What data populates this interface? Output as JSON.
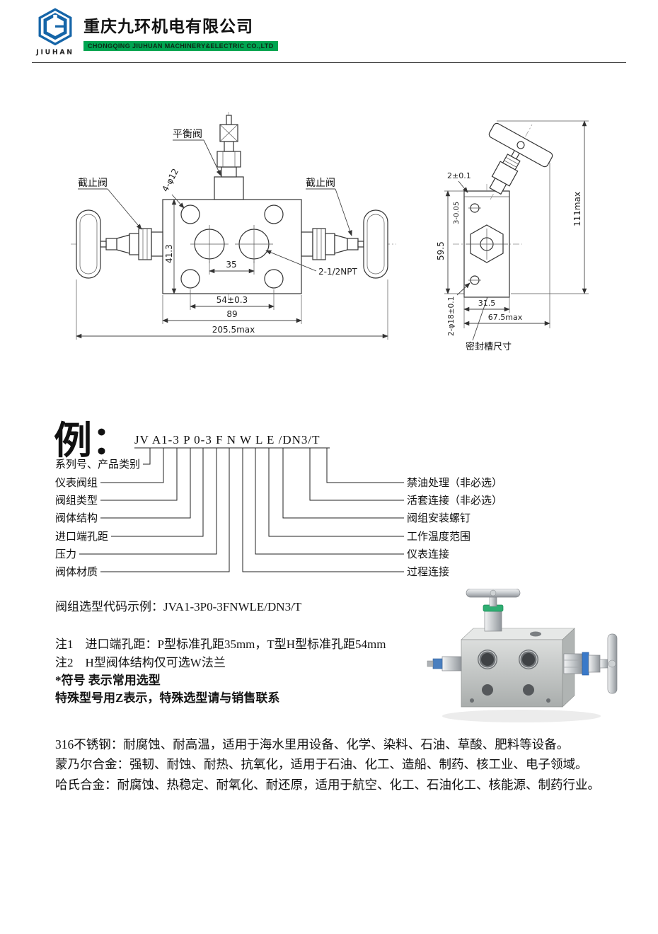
{
  "header": {
    "logo_text": "JIUHAN",
    "company_zh": "重庆九环机电有限公司",
    "company_en": "CHONGQING JIUHUAN MACHINERY&ELECTRIC CO.,LTD"
  },
  "drawing": {
    "front": {
      "balance_valve": "平衡阀",
      "stop_valve_left": "截止阀",
      "stop_valve_right": "截止阀",
      "holes": "4-φ12",
      "h413": "41.3",
      "w35": "35",
      "w54": "54±0.3",
      "w89": "89",
      "total": "205.5max",
      "npt": "2-1/2NPT"
    },
    "side": {
      "t2": "2±0.1",
      "t3": "3-0.05",
      "h595": "59.5",
      "h111": "111max",
      "w315": "31.5",
      "w675": "67.5max",
      "holes18": "2-φ18±0.1",
      "seal": "密封槽尺寸"
    }
  },
  "example": {
    "title": "例：",
    "code": "JV A1-3 P 0-3 F N W L E /DN3/T",
    "left_labels": [
      "系列号、产品类别",
      "仪表阀组",
      "阀组类型",
      "阀体结构",
      "进口端孔距",
      "压力",
      "阀体材质"
    ],
    "right_labels": [
      "禁油处理（非必选）",
      "活套连接（非必选）",
      "阀组安装螺钉",
      "工作温度范围",
      "仪表连接",
      "过程连接"
    ]
  },
  "notes": {
    "code_example": "阀组选型代码示例：JVA1-3P0-3FNWLE/DN3/T",
    "note1": "注1　进口端孔距：P型标准孔距35mm，T型H型标准孔距54mm",
    "note2": "注2　H型阀体结构仅可选W法兰",
    "note3": "*符号 表示常用选型",
    "note4": "特殊型号用Z表示，特殊选型请与销售联系"
  },
  "materials": {
    "p1": "316不锈钢：耐腐蚀、耐高温，适用于海水里用设备、化学、染料、石油、草酸、肥料等设备。",
    "p2": "蒙乃尔合金：强韧、耐蚀、耐热、抗氧化，适用于石油、化工、造船、制药、核工业、电子领域。",
    "p3": "哈氏合金：耐腐蚀、热稳定、耐氧化、耐还原，适用于航空、化工、石油化工、核能源、制药行业。"
  }
}
